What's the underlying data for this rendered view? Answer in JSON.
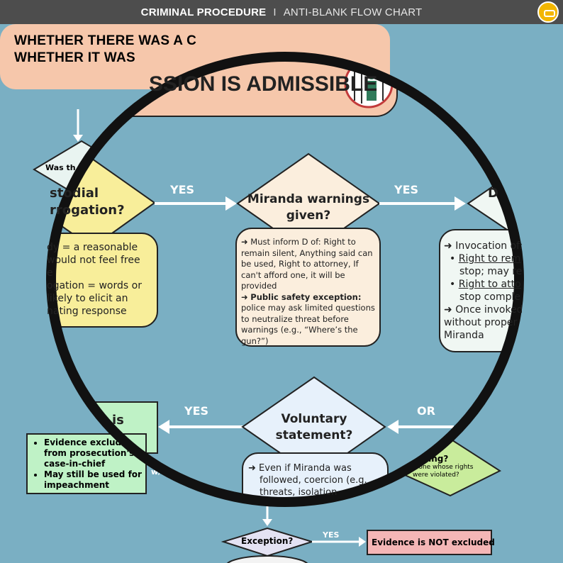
{
  "header": {
    "title": "CRIMINAL PROCEDURE",
    "separator": "I",
    "subtitle": "ANTI-BLANK FLOW CHART"
  },
  "main_title": {
    "line1_visible": "WHETHER THERE WAS A C",
    "line2_visible": "WHETHER IT WAS",
    "magnified": "SSION IS ADMISSIBLE"
  },
  "diamonds": {
    "was_there": "Was th",
    "custodial": "stodial\nrrogation?",
    "miranda": "Miranda warnings\ngiven?",
    "invocation_head": "D",
    "voluntary": "Voluntary\nstatement?",
    "standing": "nding?",
    "standing_sub": "e one whose rights\nwere violated?",
    "exception": "Exception?"
  },
  "edges": {
    "yes1": "YES",
    "yes2": "YES",
    "or": "OR",
    "yes_bottom": "YES",
    "yes_exception": "YES",
    "wl": "w/ l"
  },
  "notes": {
    "custody": [
      "dy = a reasonable",
      "would not feel free",
      "e",
      "ogation = words or",
      "likely to elicit an",
      "nating response"
    ],
    "miranda_must": "Must inform D of: Right to remain silent, Anything said can be used, Right to attorney, If can't afford one, it will be provided",
    "public_safety_label": "Public safety exception:",
    "public_safety_text": " police may ask limited questions to neutralize threat before warnings (e.g., “Where’s the gun?”)",
    "invocation_of": "Invocation of:",
    "inv_item1_a": "Right to rem",
    "inv_item1_b": "stop; may re",
    "inv_item2_a": "Right to atto",
    "inv_item2_b": "stop comple",
    "once_invoked": "Once invoked",
    "without_proper": "without proper",
    "miranda_word": "Miranda",
    "voluntary_note_1": "Even if Miranda was",
    "voluntary_note_2": "followed, coercion (e.g.",
    "voluntary_note_3": "threats, isolation",
    "excluded_head": "is",
    "excluded_items": [
      "Evidence excluded from prosecution's case-in-chief",
      "May still be used for impeachment"
    ],
    "not_excluded": "Evidence is NOT excluded"
  },
  "colors": {
    "background": "#7aafc3",
    "header_bg": "#4d4d4d",
    "title_fill": "#f6c7ab",
    "custody_fill": "#f8ee9a",
    "miranda_fill": "#fbeedd",
    "invocation_fill": "#f0f7f3",
    "excluded_fill": "#bff2c6",
    "voluntary_fill": "#e7f1fb",
    "not_excluded_fill": "#f4b6b6",
    "stop_icon": "#e44a5a"
  }
}
